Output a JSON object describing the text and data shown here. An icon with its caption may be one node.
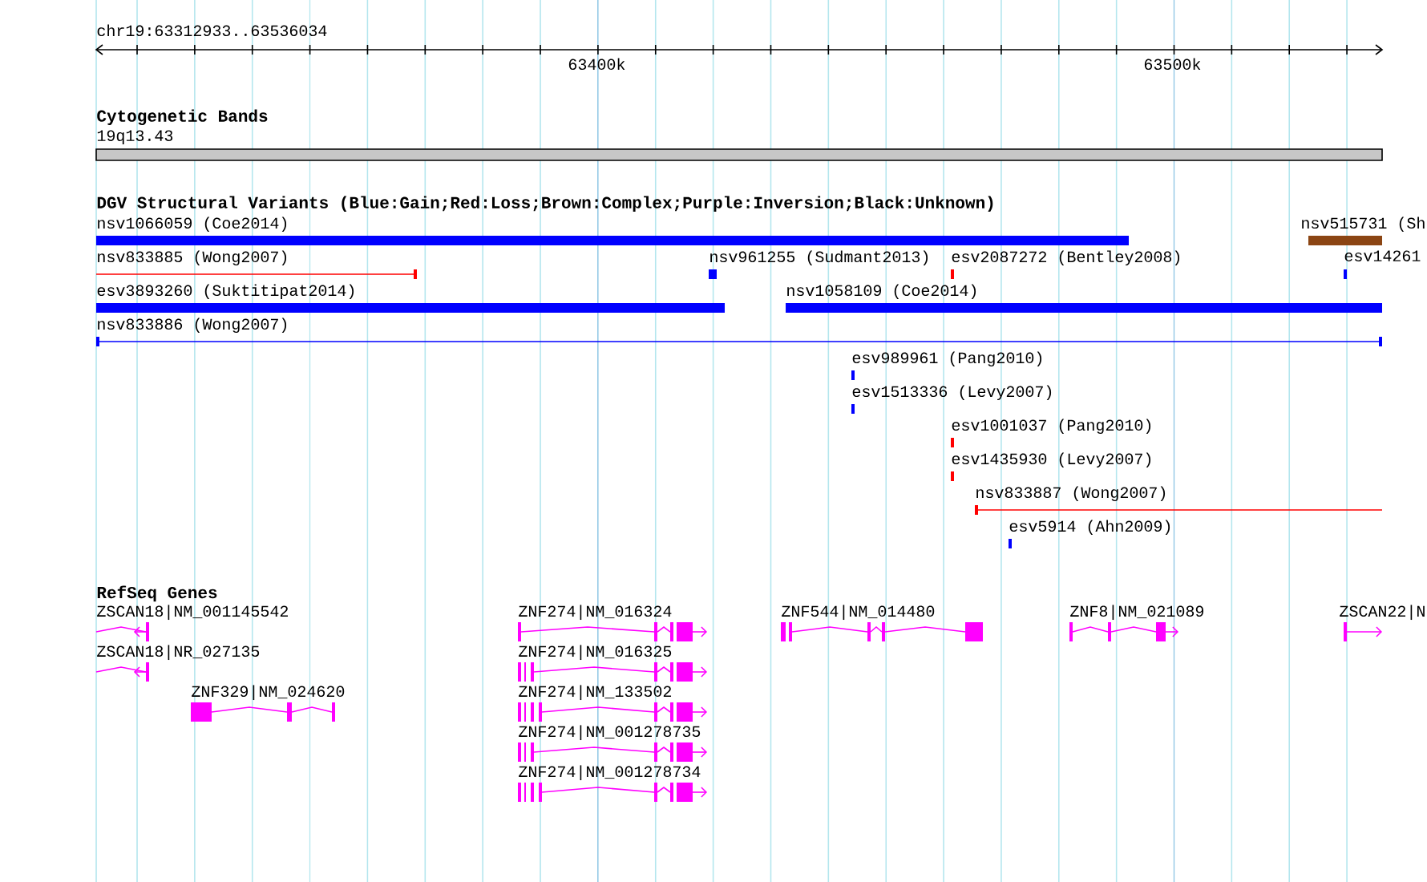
{
  "diagram": {
    "labels": [
      "chr19:63312933..63536034",
      "63400k",
      "63500k",
      "Cytogenetic Bands",
      "19q13.43",
      "DGV Structural Variants (Blue:Gain;Red:Loss;Brown:Complex;Purple:Inversion;Black:Unknown)",
      "nsv1066059 (Coe2014)",
      "nsv515731 (Sh",
      "nsv833885 (Wong2007)",
      "nsv961255 (Sudmant2013)",
      "esv2087272 (Bentley2008)",
      "esv14261",
      "esv3893260 (Suktitipat2014)",
      "nsv1058109 (Coe2014)",
      "nsv833886 (Wong2007)",
      "esv989961 (Pang2010)",
      "esv1513336 (Levy2007)",
      "esv1001037 (Pang2010)",
      "esv1435930 (Levy2007)",
      "nsv833887 (Wong2007)",
      "esv5914 (Ahn2009)",
      "RefSeq Genes",
      "ZSCAN18|NM_001145542",
      "ZNF274|NM_016324",
      "ZNF544|NM_014480",
      "ZNF8|NM_021089",
      "ZSCAN22|N",
      "ZSCAN18|NR_027135",
      "ZNF274|NM_016325",
      "ZNF329|NM_024620",
      "ZNF274|NM_133502",
      "ZNF274|NM_001278735",
      "ZNF274|NM_001278734"
    ]
  }
}
